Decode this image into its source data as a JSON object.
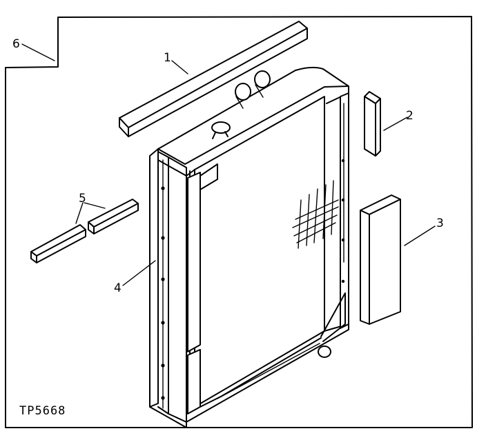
{
  "figure": {
    "code": "TP5668",
    "callouts": {
      "c1": "1",
      "c2": "2",
      "c3": "3",
      "c4": "4",
      "c5": "5",
      "c6": "6"
    }
  }
}
